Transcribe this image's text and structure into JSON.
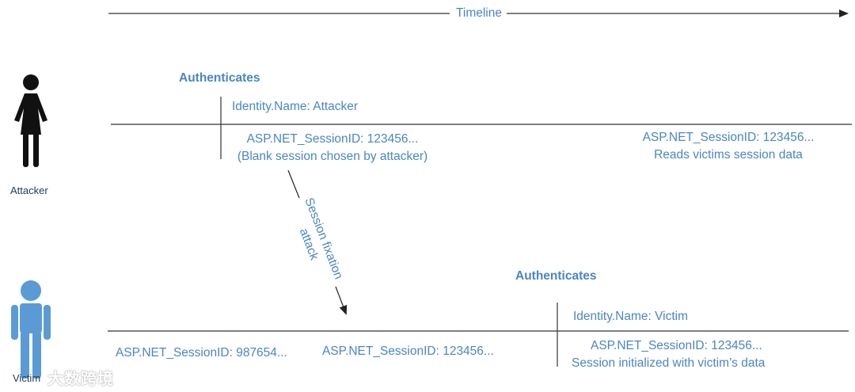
{
  "timeline": {
    "label": "Timeline"
  },
  "attacker": {
    "label": "Attacker",
    "authenticates": "Authenticates",
    "identity": "Identity.Name: Attacker",
    "session_left_line1": "ASP.NET_SessionID: 123456...",
    "session_left_line2": "(Blank session chosen by attacker)",
    "session_right_line1": "ASP.NET_SessionID: 123456...",
    "session_right_line2": "Reads victims session data"
  },
  "attack": {
    "label_line1": "Session fixation",
    "label_line2": "attack"
  },
  "victim": {
    "label": "Victim",
    "authenticates": "Authenticates",
    "identity": "Identity.Name: Victim",
    "session_a": "ASP.NET_SessionID: 987654...",
    "session_b": "ASP.NET_SessionID: 123456...",
    "session_c_line1": "ASP.NET_SessionID: 123456...",
    "session_c_line2": "Session initialized with victim’s data"
  },
  "watermark": "大数跨境",
  "colors": {
    "text_blue": "#4a86c5",
    "attacker_figure": "#111111",
    "victim_figure": "#5b9bd5",
    "line": "#333333"
  }
}
